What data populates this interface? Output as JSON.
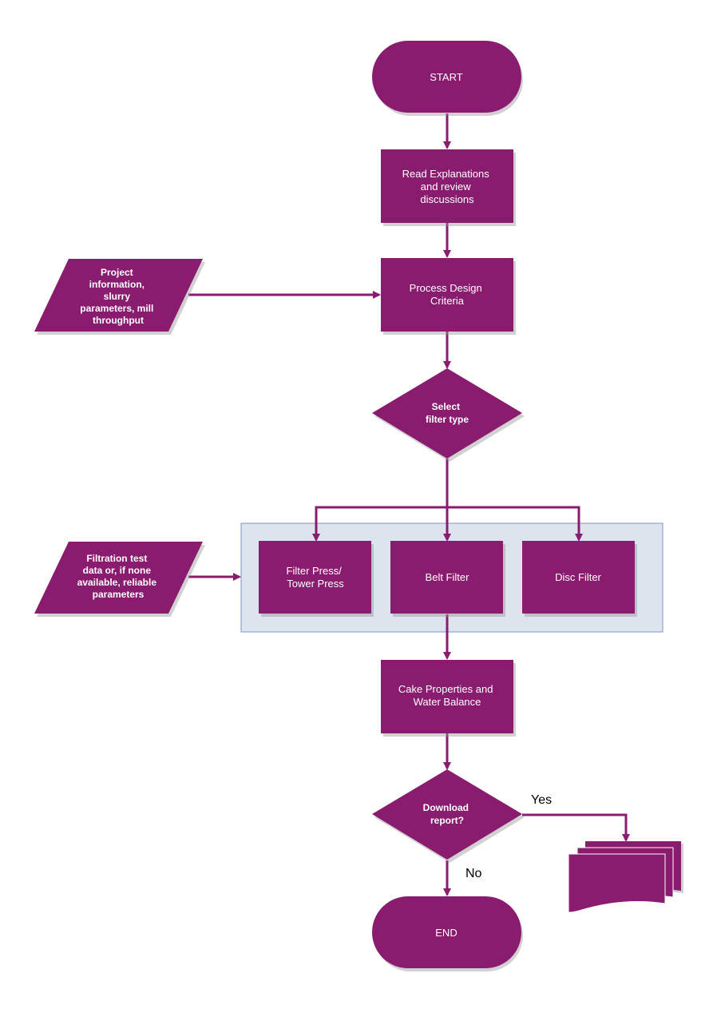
{
  "colors": {
    "node": "#8a1c70",
    "arrow": "#8a1c70",
    "group_fill": "#dde4ee",
    "group_border": "#7e95c4"
  },
  "nodes": {
    "start": "START",
    "read": [
      "Read Explanations",
      "and review",
      "discussions"
    ],
    "project_input": [
      "Project",
      "information,",
      "slurry",
      "parameters, mill",
      "throughput"
    ],
    "pdc": [
      "Process Design",
      "Criteria"
    ],
    "select": [
      "Select",
      "filter type"
    ],
    "filtration_input": [
      "Filtration test",
      "data or, if none",
      "available, reliable",
      "parameters"
    ],
    "filter_press": [
      "Filter Press/",
      "Tower Press"
    ],
    "belt": "Belt Filter",
    "disc": "Disc Filter",
    "cake": [
      "Cake Properties and",
      "Water Balance"
    ],
    "download": [
      "Download",
      "report?"
    ],
    "end": "END"
  },
  "edge_labels": {
    "yes": "Yes",
    "no": "No"
  }
}
